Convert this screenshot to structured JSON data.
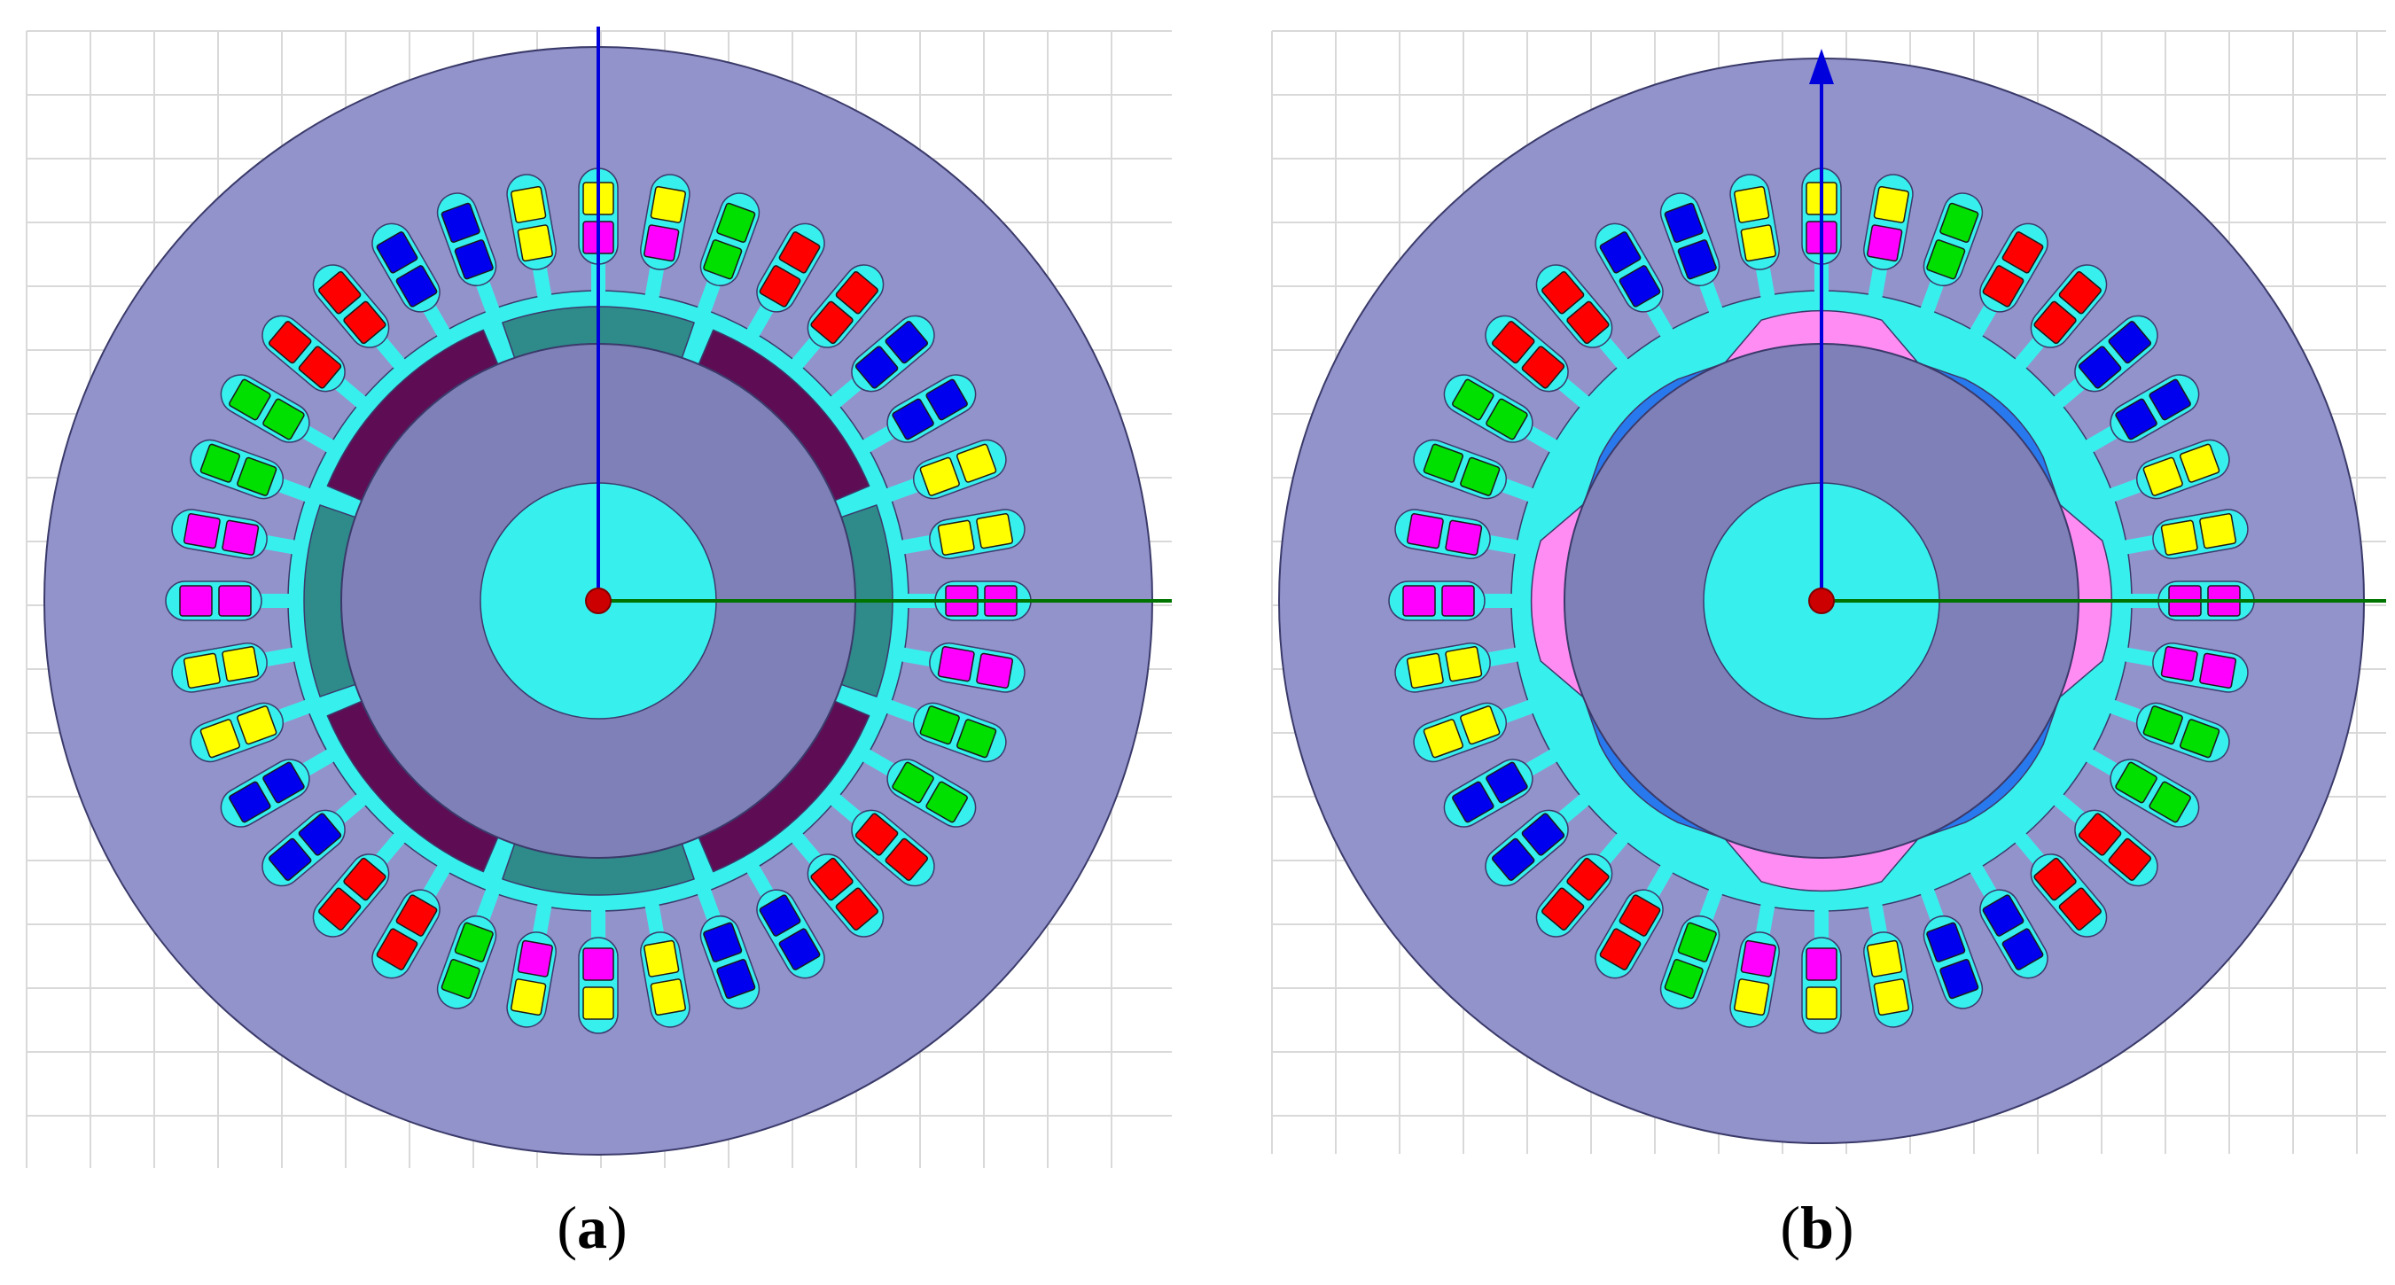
{
  "colors": {
    "background": "#ffffff",
    "grid": "#d9d9d9",
    "stator": "#9393cc",
    "outline": "#3a3a6a",
    "airgap": "#37f0ee",
    "rotor_core": "#8080b9",
    "shaft": "#37f0ee",
    "axis_y": "#0000dd",
    "axis_x": "#007400",
    "origin": "#cc0000",
    "magnet_a_outer": "#5e0d55",
    "magnet_a_inner": "#2f8a8a",
    "magnet_b_outer": "#ff8cf2",
    "magnet_b_inner": "#2979ee"
  },
  "stator": {
    "slots": 36,
    "winding_colors": [
      "#ff0000",
      "#0000ee",
      "#00e000",
      "#ffff00",
      "#ff00ff"
    ],
    "winding_sequence": [
      "mf",
      "mf",
      "gg",
      "rr",
      "rr",
      "bb",
      "bb",
      "yy",
      "yy",
      "mm",
      "mm",
      "gg",
      "gg",
      "rr",
      "rr",
      "bb",
      "bb",
      "yy",
      "mf",
      "mf",
      "gg",
      "rr",
      "rr",
      "bb",
      "bb",
      "yy",
      "yy",
      "mm",
      "mm",
      "gg",
      "gg",
      "rr",
      "rr",
      "bb",
      "bb",
      "yy"
    ]
  },
  "panels": [
    {
      "id": "a",
      "caption_open": "(",
      "caption_letter": "a",
      "caption_close": ")",
      "rotor_type": "alternating-pole",
      "magnet_sectors": [
        {
          "angle": 90,
          "color": "magnet_a_inner"
        },
        {
          "angle": 135,
          "color": "magnet_a_outer"
        },
        {
          "angle": 180,
          "color": "magnet_a_inner"
        },
        {
          "angle": 225,
          "color": "magnet_a_outer"
        },
        {
          "angle": 270,
          "color": "magnet_a_inner"
        },
        {
          "angle": 315,
          "color": "magnet_a_outer"
        },
        {
          "angle": 0,
          "color": "magnet_a_inner"
        },
        {
          "angle": 45,
          "color": "magnet_a_outer"
        }
      ]
    },
    {
      "id": "b",
      "caption_open": "(",
      "caption_letter": "b",
      "caption_close": ")",
      "rotor_type": "bread-loaf",
      "magnet_sectors": [
        {
          "angle": 90,
          "color": "magnet_b_outer"
        },
        {
          "angle": 135,
          "color": "magnet_b_inner"
        },
        {
          "angle": 180,
          "color": "magnet_b_outer"
        },
        {
          "angle": 225,
          "color": "magnet_b_inner"
        },
        {
          "angle": 270,
          "color": "magnet_b_outer"
        },
        {
          "angle": 315,
          "color": "magnet_b_inner"
        },
        {
          "angle": 0,
          "color": "magnet_b_outer"
        },
        {
          "angle": 45,
          "color": "magnet_b_inner"
        }
      ]
    }
  ]
}
